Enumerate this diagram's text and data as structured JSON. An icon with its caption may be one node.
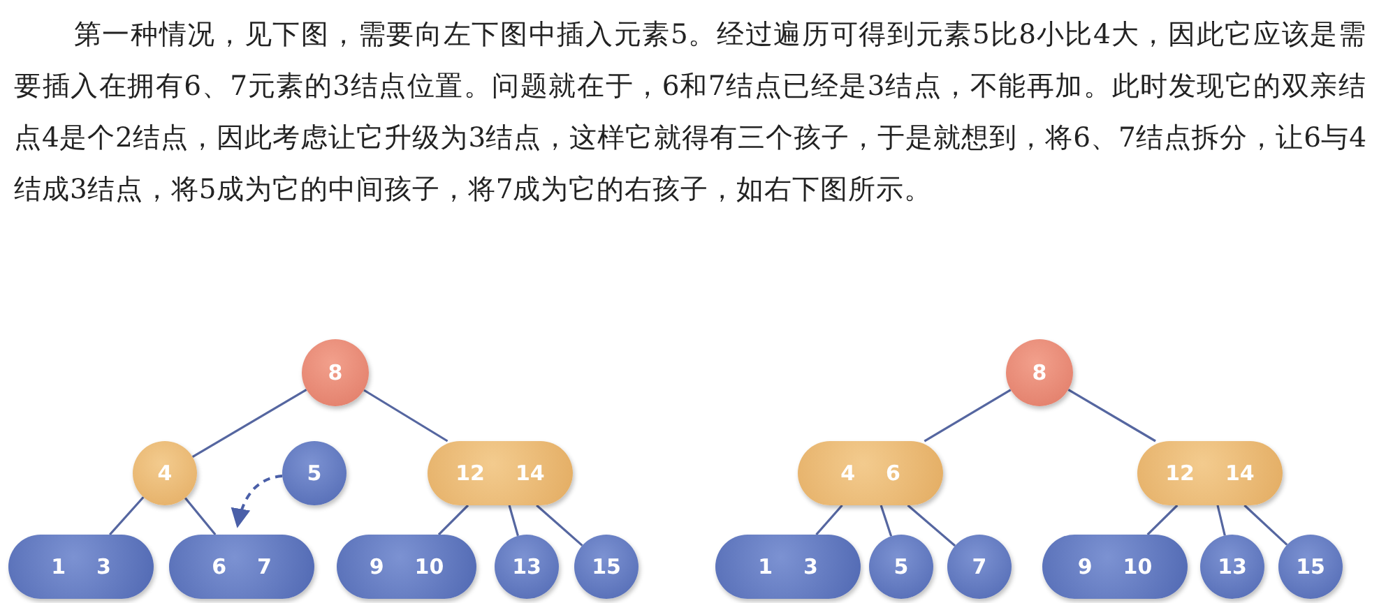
{
  "diagram": {
    "nodes": [
      {
        "text": [
          "8"
        ]
      },
      {
        "text": [
          "4"
        ]
      },
      {
        "text": [
          "5"
        ]
      },
      {
        "text": [
          "12",
          "14"
        ]
      },
      {
        "text": [
          "1",
          "3"
        ]
      },
      {
        "text": [
          "6",
          "7"
        ]
      },
      {
        "text": [
          "9",
          "10"
        ]
      },
      {
        "text": [
          "13"
        ]
      },
      {
        "text": [
          "15"
        ]
      },
      {
        "text": [
          "8"
        ]
      },
      {
        "text": [
          "4",
          "6"
        ]
      },
      {
        "text": [
          "12",
          "14"
        ]
      },
      {
        "text": [
          "1",
          "3"
        ]
      },
      {
        "text": [
          "5"
        ]
      },
      {
        "text": [
          "7"
        ]
      },
      {
        "text": [
          "9",
          "10"
        ]
      },
      {
        "text": [
          "13"
        ]
      },
      {
        "text": [
          "15"
        ]
      }
    ],
    "edges": [
      {
        "from": 0,
        "to": 1,
        "arrow": "none"
      },
      {
        "from": 0,
        "to": 3,
        "arrow": "none"
      },
      {
        "from": 1,
        "to": 4,
        "arrow": "none"
      },
      {
        "from": 1,
        "to": 5,
        "arrow": "none"
      },
      {
        "from": 3,
        "to": 6,
        "arrow": "none"
      },
      {
        "from": 3,
        "to": 7,
        "arrow": "none"
      },
      {
        "from": 3,
        "to": 8,
        "arrow": "none"
      },
      {
        "from": 2,
        "to": 5,
        "arrow": "to",
        "style": "dashed"
      },
      {
        "from": 9,
        "to": 10,
        "arrow": "none"
      },
      {
        "from": 9,
        "to": 11,
        "arrow": "none"
      },
      {
        "from": 10,
        "to": 12,
        "arrow": "none"
      },
      {
        "from": 10,
        "to": 13,
        "arrow": "none"
      },
      {
        "from": 10,
        "to": 14,
        "arrow": "none"
      },
      {
        "from": 11,
        "to": 15,
        "arrow": "none"
      },
      {
        "from": 11,
        "to": 16,
        "arrow": "none"
      },
      {
        "from": 11,
        "to": 17,
        "arrow": "none"
      }
    ],
    "labels": [
      "第一种情况，见下图，需要向左下图中插入元素5。经过遍历可得到元素5比8小比4大，因此它应该是需要插入在拥有6、7元素的3结点位置。问题就在于，6和7结点已经是3结点，不能再加。此时发现它的双亲结点4是个2结点，因此考虑让它升级为3结点，这样它就得有三个孩子，于是就想到，将6、7结点拆分，让6与4结成3结点，将5成为它的中间孩子，将7成为它的右孩子，如右下图所示。"
    ]
  }
}
